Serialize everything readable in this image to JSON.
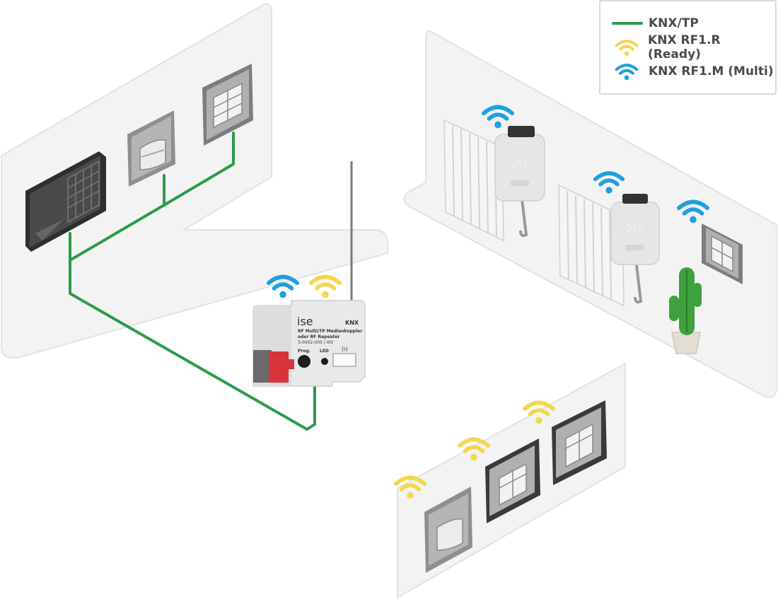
{
  "legend": {
    "items": [
      {
        "label": "KNX/TP",
        "symbol": "green-line",
        "color": "#2c9a4b"
      },
      {
        "label": "KNX RF1.R (Ready)",
        "symbol": "wifi-icon",
        "color": "#f5d74f"
      },
      {
        "label": "KNX RF1.M (Multi)",
        "symbol": "wifi-icon",
        "color": "#1fa0e0"
      }
    ]
  },
  "coupler": {
    "brand": "ise",
    "logo": "KNX",
    "line1": "RF Multi/TP Medienkoppler",
    "line2": "oder RF Repeater",
    "line3": "3-0002-005 / I00",
    "prog_label": "Prog.",
    "led_label": "LED"
  },
  "thermostats": [
    {
      "display": "20°"
    },
    {
      "display": "20°"
    }
  ],
  "colors": {
    "wall": "#f3f3f3",
    "wall_border": "#e2e2e2",
    "knx_tp": "#2c9a4b",
    "rf_ready": "#f5d74f",
    "rf_multi": "#1fa0e0",
    "device_frame": "#9a9a9a",
    "coupler_red": "#d8333a"
  }
}
